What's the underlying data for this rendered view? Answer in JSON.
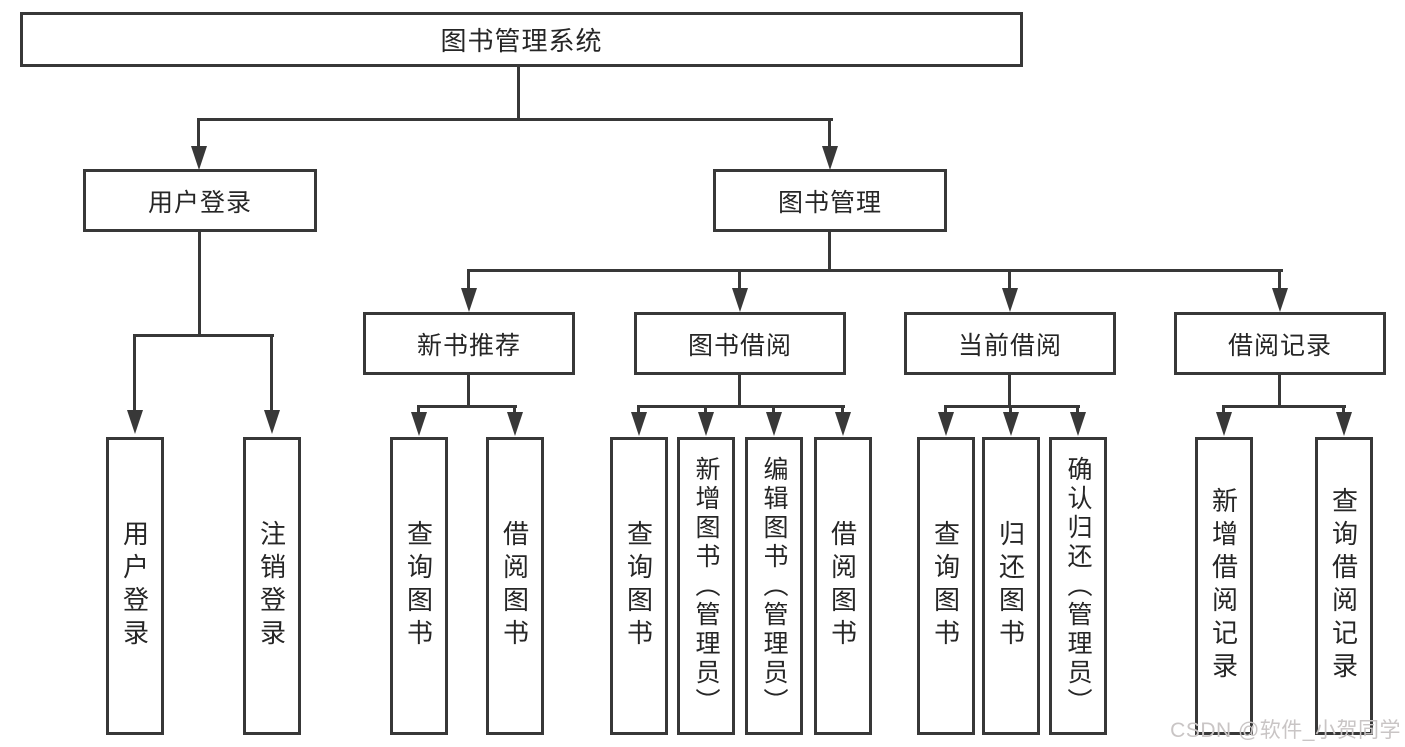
{
  "colors": {
    "line": "#383838",
    "text": "#262626",
    "background": "#ffffff",
    "watermark": "#c9c5c5"
  },
  "diagram": {
    "root": "图书管理系统",
    "user_branch": {
      "label": "用户登录",
      "children": [
        "用户登录",
        "注销登录"
      ]
    },
    "mgmt_branch": {
      "label": "图书管理",
      "modules": [
        {
          "label": "新书推荐",
          "children": [
            "查询图书",
            "借阅图书"
          ]
        },
        {
          "label": "图书借阅",
          "children": [
            "查询图书",
            "新增图书（管理员）",
            "编辑图书（管理员）",
            "借阅图书"
          ]
        },
        {
          "label": "当前借阅",
          "children": [
            "查询图书",
            "归还图书",
            "确认归还（管理员）"
          ]
        },
        {
          "label": "借阅记录",
          "children": [
            "新增借阅记录",
            "查询借阅记录"
          ]
        }
      ]
    }
  },
  "watermark": "CSDN @软件_小贺同学"
}
